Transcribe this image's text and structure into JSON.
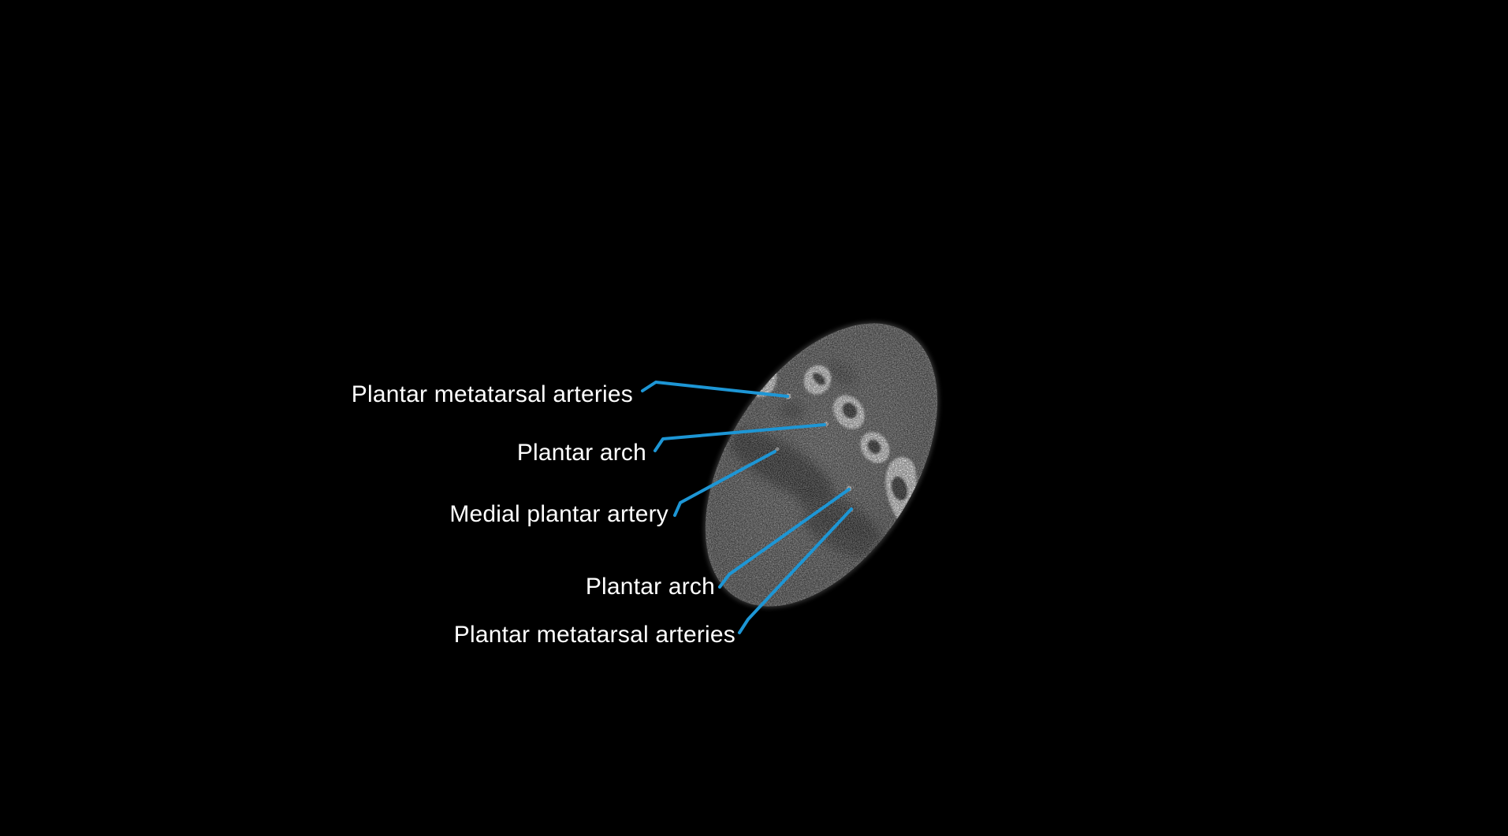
{
  "figure": {
    "background_color": "#000000",
    "text_color": "#ffffff",
    "leader_line_color": "#1d96d5",
    "labels": [
      {
        "text": "Plantar metatarsal arteries"
      },
      {
        "text": "Plantar arch"
      },
      {
        "text": "Medial plantar artery"
      },
      {
        "text": "Plantar arch"
      },
      {
        "text": "Plantar metatarsal arteries"
      }
    ]
  }
}
